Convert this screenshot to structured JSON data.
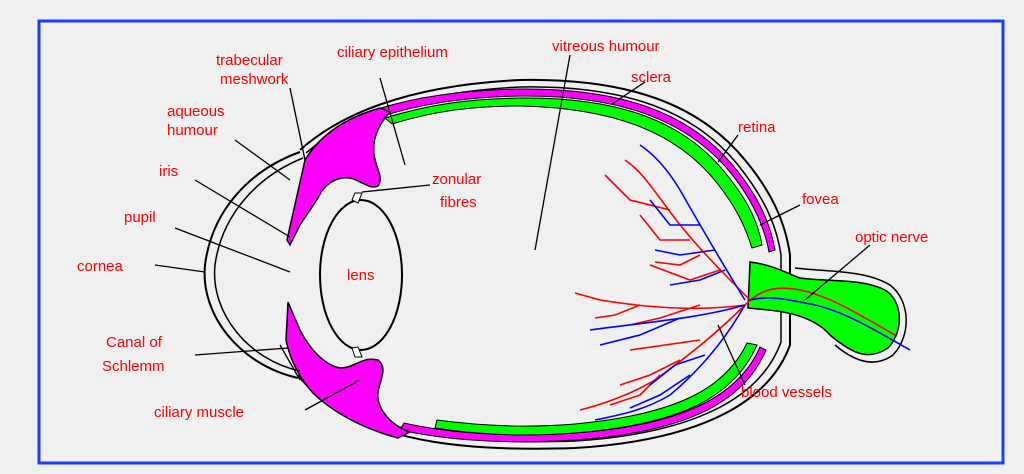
{
  "colors": {
    "background": "#f0f0f0",
    "frame": "#1e3cff",
    "label_text": "#ff0000",
    "ciliary_body": "#ff00ff",
    "retina_layer": "#00ff00",
    "arteries": "#ff0000",
    "veins": "#0000ff",
    "outline": "#000000"
  },
  "labels": {
    "trabecular_meshwork": [
      "trabecular",
      "meshwork"
    ],
    "ciliary_epithelium": "ciliary epithelium",
    "vitreous_humour": "vitreous humour",
    "sclera": "sclera",
    "aqueous_humour": [
      "aqueous",
      "humour"
    ],
    "retina": "retina",
    "iris": "iris",
    "zonular_fibres": [
      "zonular",
      "fibres"
    ],
    "fovea": "fovea",
    "pupil": "pupil",
    "optic_nerve": "optic nerve",
    "cornea": "cornea",
    "lens": "lens",
    "canal_of_schlemm": [
      "Canal of",
      "Schlemm"
    ],
    "blood_vessels": "blood vessels",
    "ciliary_muscle": "ciliary muscle"
  }
}
